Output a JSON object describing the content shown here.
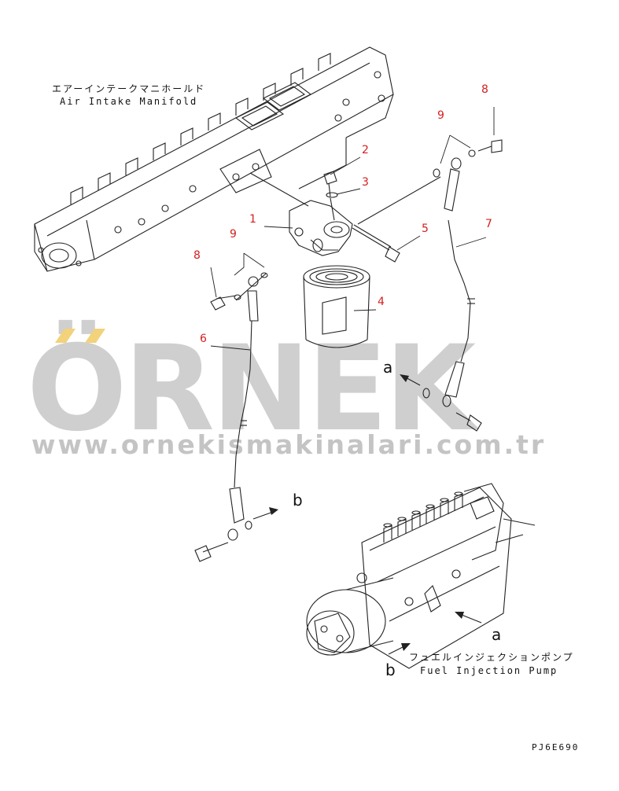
{
  "labels": {
    "manifold_jp": "エアーインテークマニホールド",
    "manifold_en": "Air Intake Manifold",
    "pump_jp": "フュエルインジェクションポンプ",
    "pump_en": "Fuel Injection Pump",
    "drawing_code": "PJ6E690"
  },
  "callouts": {
    "c1": "1",
    "c2": "2",
    "c3": "3",
    "c4": "4",
    "c5": "5",
    "c6": "6",
    "c7": "7",
    "c8a": "8",
    "c8b": "8",
    "c9a": "9",
    "c9b": "9"
  },
  "references": {
    "a1": "a",
    "a2": "a",
    "b1": "b",
    "b2": "b"
  },
  "watermark": {
    "brand": "ÖRNEK",
    "url": "www.ornekismakinalari.com.tr",
    "color": "#c8c8c8",
    "accent": "#f2d27a"
  },
  "colors": {
    "line": "#222222",
    "callout": "#d22020"
  }
}
